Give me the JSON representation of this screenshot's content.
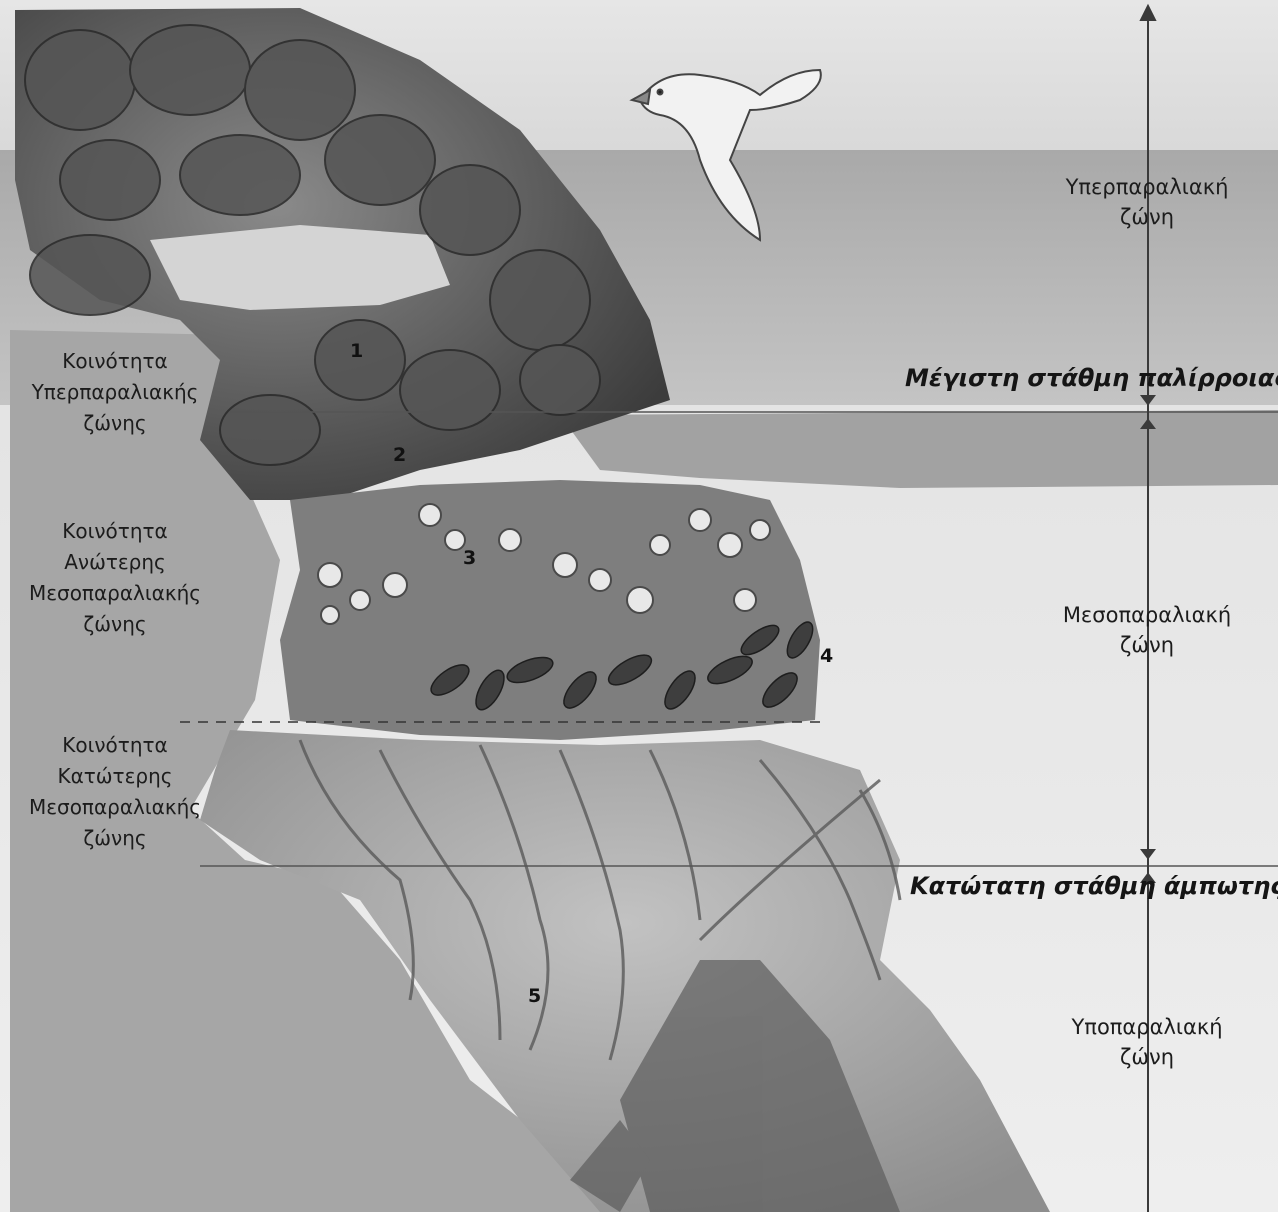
{
  "zones": {
    "supralittoral": [
      "Υπερπαραλιακή",
      "ζώνη"
    ],
    "mesolittoral": [
      "Μεσοπαραλιακή",
      "ζώνη"
    ],
    "sublittoral": [
      "Υποπαραλιακή",
      "ζώνη"
    ]
  },
  "levels": {
    "high_tide": "Μέγιστη στάθμη παλίρροιας",
    "low_tide": "Κατώτατη στάθμη άμπωτης"
  },
  "communities": {
    "supralittoral": [
      "Κοινότητα",
      "Υπερπαραλιακής",
      "ζώνης"
    ],
    "upper_mesolittoral": [
      "Κοινότητα",
      "Ανώτερης",
      "Μεσοπαραλιακής",
      "ζώνης"
    ],
    "lower_mesolittoral": [
      "Κοινότητα",
      "Κατώτερης",
      "Μεσοπαραλιακής",
      "ζώνης"
    ]
  },
  "markers": [
    "1",
    "2",
    "3",
    "4",
    "5"
  ]
}
